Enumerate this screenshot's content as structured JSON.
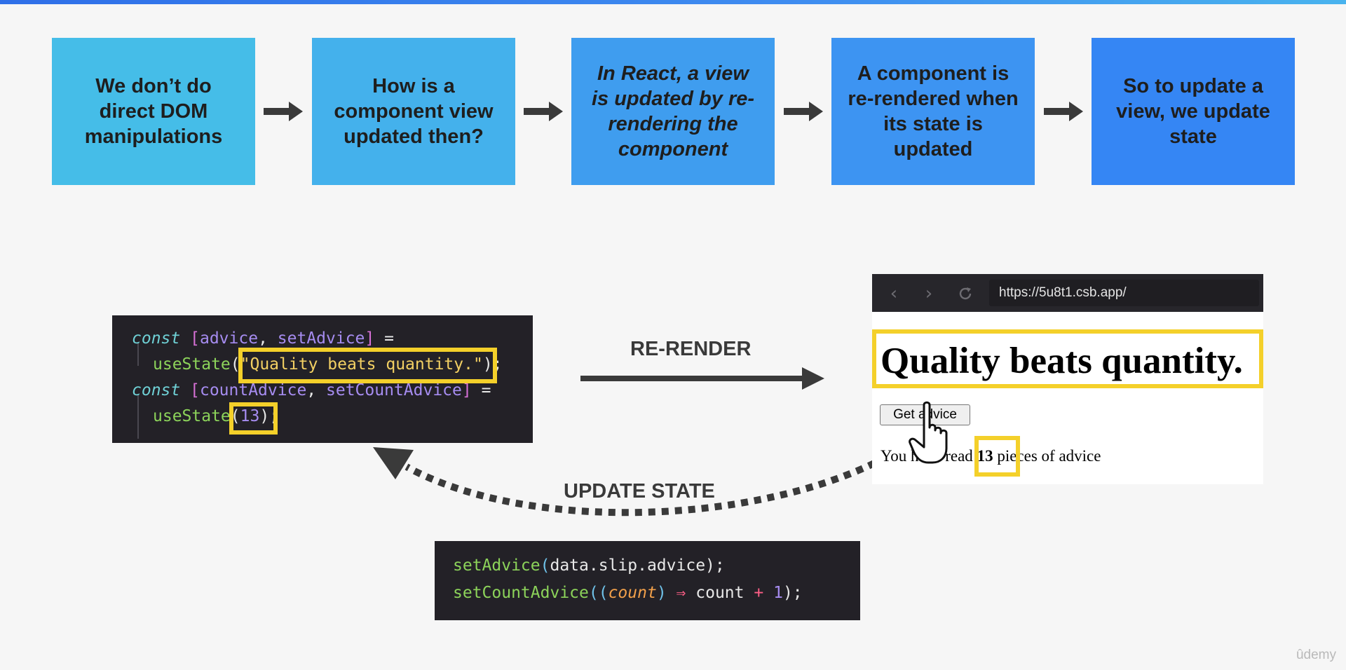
{
  "colors": {
    "step1": "#45bde8",
    "step2": "#44b1ec",
    "step3": "#3f9def",
    "step4": "#3d94f2",
    "step5": "#3586f4",
    "highlight": "#f4d02a",
    "code_bg": "#232127",
    "arrow": "#3a3a3a"
  },
  "steps": [
    "We don’t do direct DOM manipulations",
    "How is a component view updated then?",
    "In React, a view is updated by re-rendering the component",
    "A component is re-rendered when its state is updated",
    "So to update a view, we update state"
  ],
  "state_code": {
    "line1": {
      "kw": "const",
      "open": "[",
      "a": "advice",
      "comma": ",",
      "b": "setAdvice",
      "close": "]",
      "eq": "="
    },
    "line2": {
      "fn": "useState",
      "open": "(",
      "str": "\"Quality beats quantity.\"",
      "close": ");"
    },
    "line3": {
      "kw": "const",
      "open": "[",
      "a": "countAdvice",
      "comma": ",",
      "b": "setCountAdvice",
      "close": "]",
      "eq": "="
    },
    "line4": {
      "fn": "useState",
      "open": "(",
      "num": "13",
      "close": ");"
    }
  },
  "update_code": {
    "line1": {
      "fn": "setAdvice",
      "open": "(",
      "body": "data.slip.advice",
      "close": ");"
    },
    "line2": {
      "fn": "setCountAdvice",
      "open": "((",
      "param": "count",
      "close_param": ")",
      "arrow": "⇒",
      "expr": "count",
      "plus": "+",
      "num": "1",
      "close": ");"
    }
  },
  "labels": {
    "rerender": "RE-RENDER",
    "update_state": "UPDATE STATE"
  },
  "browser": {
    "url": "https://5u8t1.csb.app/",
    "back_icon": "chevron-left",
    "forward_icon": "chevron-right",
    "reload_icon": "reload",
    "heading": "Quality beats quantity.",
    "button": "Get advice",
    "count_prefix": "You have read",
    "count": "13",
    "count_suffix": "pieces of advice"
  },
  "watermark": "ûdemy"
}
